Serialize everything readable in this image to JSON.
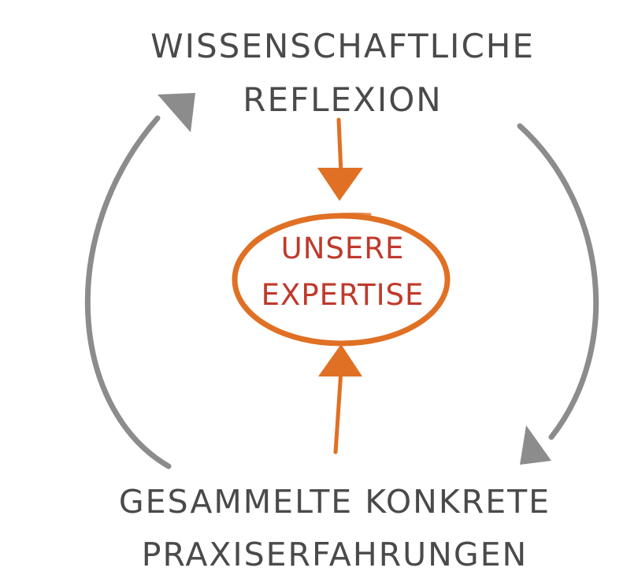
{
  "diagram": {
    "top_label": {
      "line1": "WISSENSCHAFTLICHE",
      "line2": "REFLEXION"
    },
    "center_label": {
      "line1": "UNSERE",
      "line2": "EXPERTISE"
    },
    "bottom_label": {
      "line1": "GESAMMELTE KONKRETE",
      "line2": "PRAXISERFAHRUNGEN"
    },
    "colors": {
      "cycle_arrows": "#8c8c8c",
      "orange": "#e07024",
      "center_text": "#c0392b",
      "outer_text": "#4a4a4a"
    }
  }
}
